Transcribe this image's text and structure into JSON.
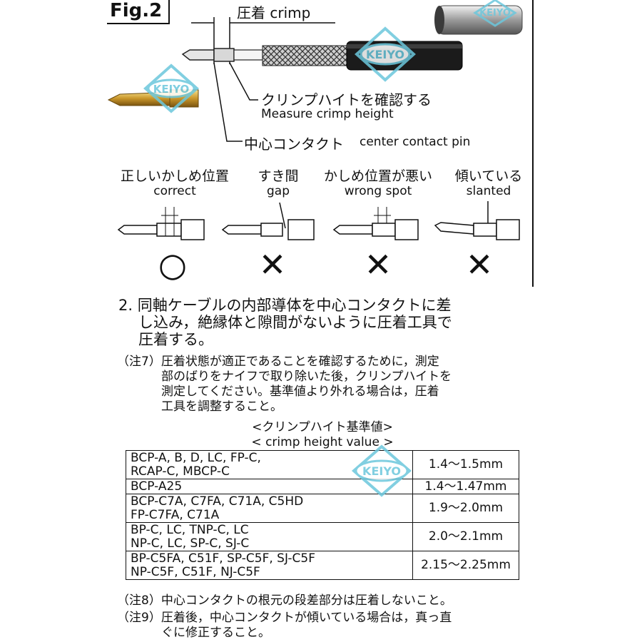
{
  "figure": {
    "label": "Fig.2",
    "crimp_label": "圧着 crimp",
    "measure_jp": "クリンプハイトを確認する",
    "measure_en": "Measure crimp height",
    "center_contact_jp": "中心コンタクト",
    "center_contact_en": "center contact pin",
    "watermark": "KEIYO"
  },
  "positions": [
    {
      "jp": "正しいかしめ位置",
      "en": "correct",
      "mark": "○"
    },
    {
      "jp": "すき間",
      "en": "gap",
      "mark": "✕"
    },
    {
      "jp": "かしめ位置が悪い",
      "en": "wrong spot",
      "mark": "✕"
    },
    {
      "jp": "傾いている",
      "en": "slanted",
      "mark": "✕"
    }
  ],
  "instruction": {
    "line1": "2. 同軸ケーブルの内部導体を中心コンタクトに差",
    "line2": "し込み，絶縁体と隙間がないように圧着工具で",
    "line3": "圧着する。"
  },
  "note7": {
    "line1": "（注7）圧着状態が適正であることを確認するために，測定",
    "line2": "部のばりをナイフで取り除いた後，クリンプハイトを",
    "line3": "測定してください。基準値より外れる場合は，圧着",
    "line4": "工具を調整すること。"
  },
  "table": {
    "title_jp": "<クリンプハイト基準値>",
    "title_en": "< crimp height value >",
    "rows": [
      {
        "models_line1": "BCP-A, B, D, LC, FP-C,",
        "models_line2": "RCAP-C,  MBCP-C",
        "value": "1.4〜1.5mm"
      },
      {
        "models_line1": "BCP-A25",
        "models_line2": "",
        "value": "1.4〜1.47mm"
      },
      {
        "models_line1": "BCP-C7A, C7FA, C71A, C5HD",
        "models_line2": "FP-C7FA, C71A",
        "value": "1.9〜2.0mm"
      },
      {
        "models_line1": "BP-C, LC,  TNP-C, LC",
        "models_line2": "NP-C, LC,   SP-C,  SJ-C",
        "value": "2.0〜2.1mm"
      },
      {
        "models_line1": "BP-C5FA, C51F,  SP-C5F, SJ-C5F",
        "models_line2": "NP-C5F, C51F, NJ-C5F",
        "value": "2.15〜2.25mm"
      }
    ]
  },
  "note8": "（注8）中心コンタクトの根元の段差部分は圧着しないこと。",
  "note9": {
    "line1": "（注9）圧着後，中心コンタクトが傾いている場合は，真っ直",
    "line2": "ぐに修正すること。"
  }
}
